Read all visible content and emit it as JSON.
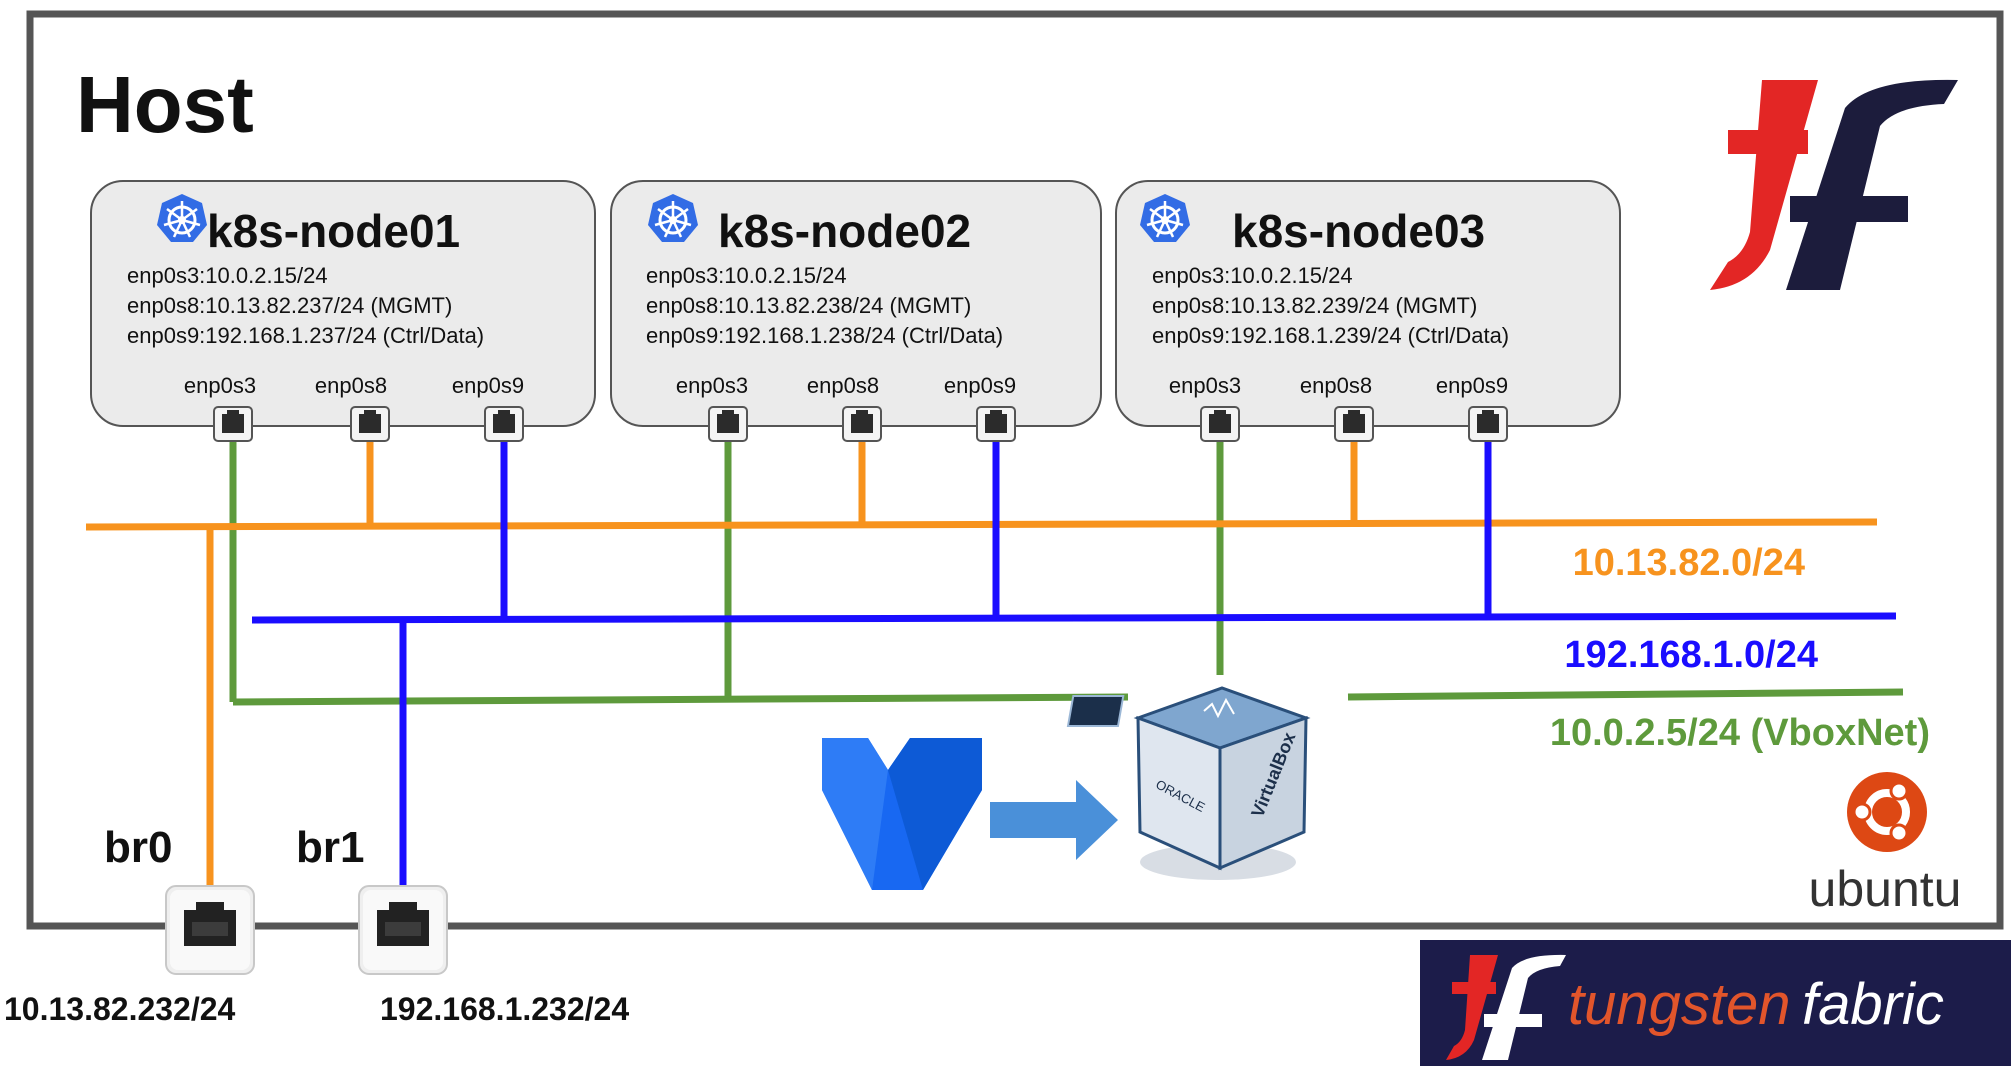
{
  "host": {
    "title": "Host"
  },
  "nodes": [
    {
      "name": "k8s-node01",
      "ifaces": [
        "enp0s3:10.0.2.15/24",
        "enp0s8:10.13.82.237/24 (MGMT)",
        "enp0s9:192.168.1.237/24 (Ctrl/Data)"
      ],
      "ports": [
        "enp0s3",
        "enp0s8",
        "enp0s9"
      ]
    },
    {
      "name": "k8s-node02",
      "ifaces": [
        "enp0s3:10.0.2.15/24",
        "enp0s8:10.13.82.238/24 (MGMT)",
        "enp0s9:192.168.1.238/24 (Ctrl/Data)"
      ],
      "ports": [
        "enp0s3",
        "enp0s8",
        "enp0s9"
      ]
    },
    {
      "name": "k8s-node03",
      "ifaces": [
        "enp0s3:10.0.2.15/24",
        "enp0s8:10.13.82.239/24 (MGMT)",
        "enp0s9:192.168.1.239/24 (Ctrl/Data)"
      ],
      "ports": [
        "enp0s3",
        "enp0s8",
        "enp0s9"
      ]
    }
  ],
  "networks": {
    "mgmt": {
      "label": "10.13.82.0/24",
      "color": "#f7931e"
    },
    "data": {
      "label": "192.168.1.0/24",
      "color": "#1a0dff"
    },
    "vbox": {
      "label": "10.0.2.5/24 (VboxNet)",
      "color": "#5e9a3c"
    }
  },
  "bridges": [
    {
      "name": "br0",
      "address": "10.13.82.232/24"
    },
    {
      "name": "br1",
      "address": "192.168.1.232/24"
    }
  ],
  "logos": {
    "ubuntu": "ubuntu",
    "tungsten_word1": "tungsten",
    "tungsten_word2": "fabric",
    "virtualbox_brand": "ORACLE",
    "virtualbox_name": "VirtualBox"
  },
  "icons": [
    "kubernetes-icon",
    "ethernet-port-icon",
    "vagrant-icon",
    "arrow-right-icon",
    "virtualbox-icon",
    "ubuntu-icon",
    "tungsten-fabric-logo"
  ]
}
